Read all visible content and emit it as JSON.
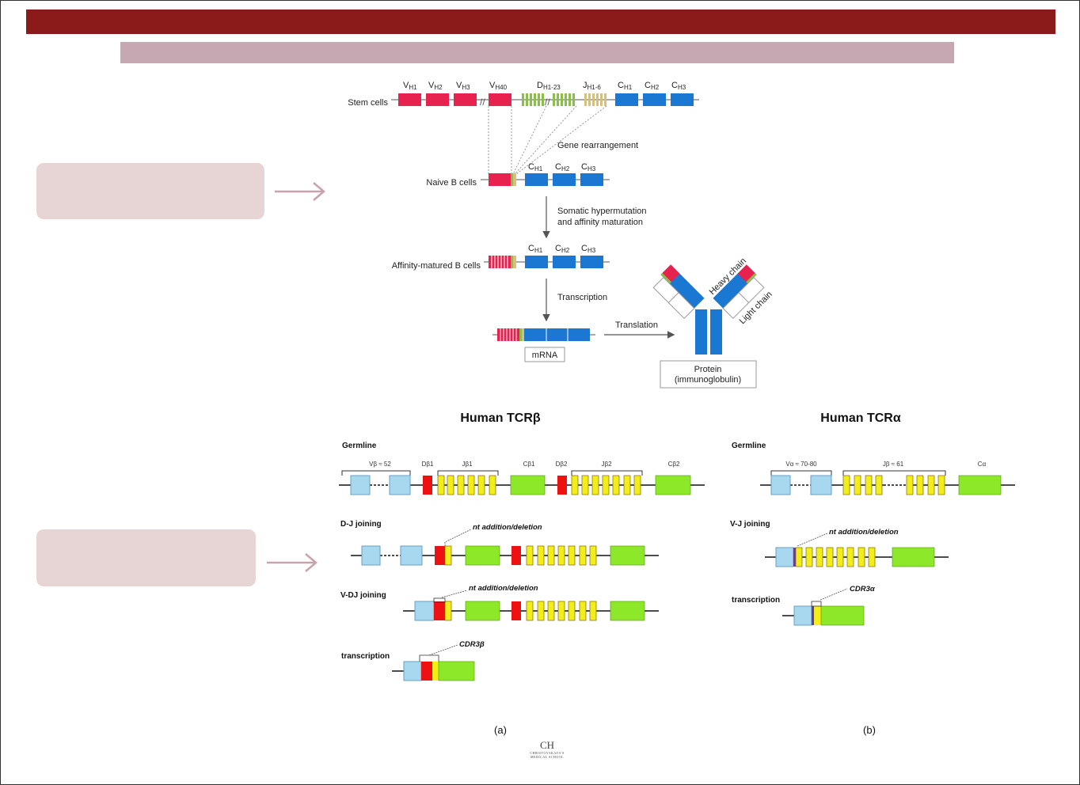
{
  "colors": {
    "header_bar": "#8b1a1a",
    "subheader_bar": "#c5a8b2",
    "note_box": "#e7d5d5",
    "v_segment": "#e8224f",
    "d_segment": "#8cbf4a",
    "j_segment": "#d8c07a",
    "c_segment": "#1a78d2",
    "tcr_v": "#a8d8f0",
    "tcr_d": "#ee1111",
    "tcr_j": "#f2ee1a",
    "tcr_c": "#8ee82a"
  },
  "bcr": {
    "stem_label": "Stem cells",
    "v_labels": [
      "V",
      "V",
      "V",
      "V"
    ],
    "v_subs": [
      "H1",
      "H2",
      "H3",
      "H40"
    ],
    "d_label": "D",
    "d_sub": "H1-23",
    "j_label": "J",
    "j_sub": "H1-6",
    "c_labels": [
      "C",
      "C",
      "C"
    ],
    "c_subs": [
      "H1",
      "H2",
      "H3"
    ],
    "gene_rearrangement": "Gene rearrangement",
    "naive_label": "Naive B cells",
    "somatic_line1": "Somatic hypermutation",
    "somatic_line2": "and affinity maturation",
    "affinity_label": "Affinity-matured B cells",
    "transcription": "Transcription",
    "translation": "Translation",
    "mrna": "mRNA",
    "protein_line1": "Protein",
    "protein_line2": "(immunoglobulin)",
    "heavy_chain": "Heavy chain",
    "light_chain": "Light chain"
  },
  "tcr_beta": {
    "title": "Human TCRβ",
    "germline": "Germline",
    "v_group": "Vβ ≈ 52",
    "d1": "Dβ1",
    "j1": "Jβ1",
    "c1": "Cβ1",
    "d2": "Dβ2",
    "j2": "Jβ2",
    "c2": "Cβ2",
    "dj_joining": "D-J joining",
    "nt_addition": "nt addition/deletion",
    "vdj_joining": "V-DJ joining",
    "transcription": "transcription",
    "cdr3": "CDR3β",
    "panel_label": "(a)"
  },
  "tcr_alpha": {
    "title": "Human TCRα",
    "germline": "Germline",
    "v_group": "Vα ≈ 70-80",
    "j_group": "Jβ ≈ 61",
    "c_label": "Cα",
    "vj_joining": "V-J joining",
    "nt_addition": "nt addition/deletion",
    "transcription": "transcription",
    "cdr3": "CDR3α",
    "panel_label": "(b)"
  },
  "logo": {
    "monogram": "CH",
    "name": "CHRISTOVSKAYA'S",
    "tagline": "MEDICAL SCHOOL"
  }
}
